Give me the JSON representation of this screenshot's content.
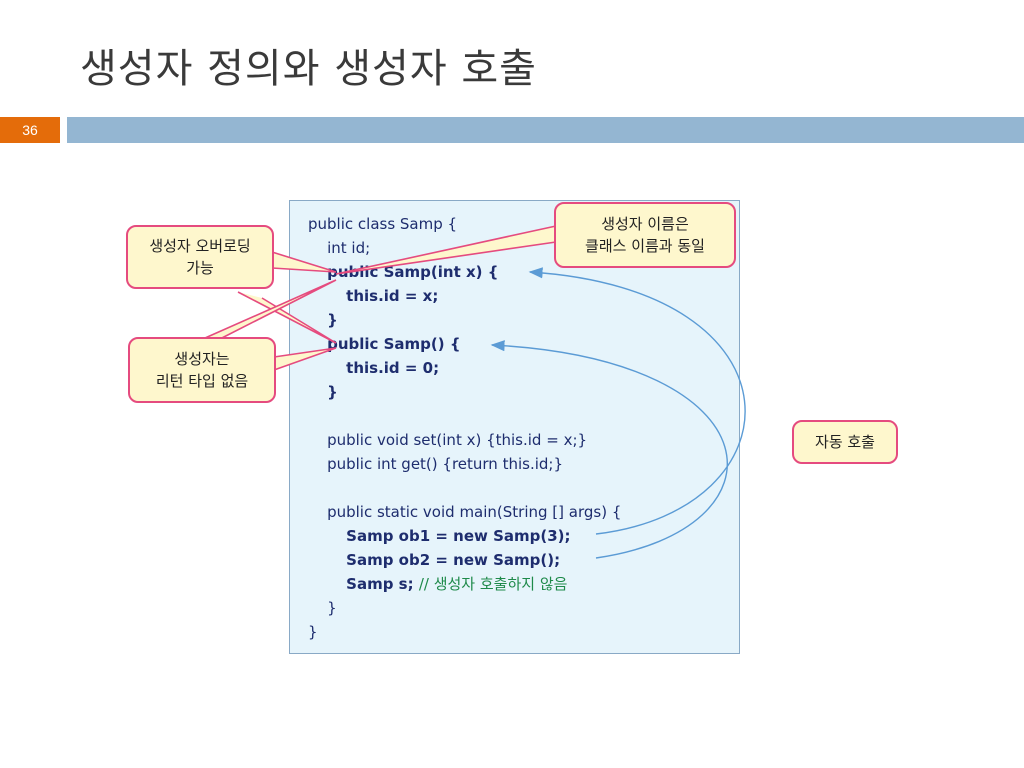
{
  "slide": {
    "title": "생성자 정의와 생성자 호출",
    "number": "36"
  },
  "code_lines": [
    {
      "indent": "",
      "text": "public class Samp {",
      "style": "normal"
    },
    {
      "indent": "    ",
      "text": "int id;",
      "style": "normal"
    },
    {
      "indent": "    ",
      "text": "public Samp(int x) {",
      "style": "bold"
    },
    {
      "indent": "        ",
      "text": "this.id = x;",
      "style": "bold"
    },
    {
      "indent": "    ",
      "text": "}",
      "style": "bold"
    },
    {
      "indent": "    ",
      "text": "public Samp() {",
      "style": "bold"
    },
    {
      "indent": "        ",
      "text": "this.id = 0;",
      "style": "bold"
    },
    {
      "indent": "    ",
      "text": "}",
      "style": "bold"
    },
    {
      "indent": "",
      "text": "",
      "style": "normal"
    },
    {
      "indent": "    ",
      "text": "public void set(int x) {this.id = x;}",
      "style": "normal"
    },
    {
      "indent": "    ",
      "text": "public int get() {return this.id;}",
      "style": "normal"
    },
    {
      "indent": "",
      "text": "",
      "style": "normal"
    },
    {
      "indent": "    ",
      "text": "public static void main(String [] args) {",
      "style": "normal"
    },
    {
      "indent": "        ",
      "text": "Samp ob1 = new Samp(3);",
      "style": "bold"
    },
    {
      "indent": "        ",
      "text": "Samp ob2 = new Samp();",
      "style": "bold"
    },
    {
      "indent": "        ",
      "text": "Samp s; ",
      "style": "bold",
      "comment": "// 생성자 호출하지 않음"
    },
    {
      "indent": "    ",
      "text": "}",
      "style": "normal"
    },
    {
      "indent": "",
      "text": "}",
      "style": "normal"
    }
  ],
  "callouts": {
    "overload": {
      "line1": "생성자 오버로딩",
      "line2": "가능"
    },
    "no_return": {
      "line1": "생성자는",
      "line2": "리턴 타입 없음"
    },
    "same_name": {
      "line1": "생성자 이름은",
      "line2": "클래스 이름과 동일"
    },
    "auto_call": {
      "line1": "자동 호출"
    }
  },
  "colors": {
    "accent_orange": "#e46c0a",
    "bar_blue": "#94b6d2",
    "callout_border": "#e54b7f",
    "callout_fill": "#fef7cd",
    "arrow_blue": "#5b9bd5",
    "code_bg": "#e6f4fb"
  }
}
